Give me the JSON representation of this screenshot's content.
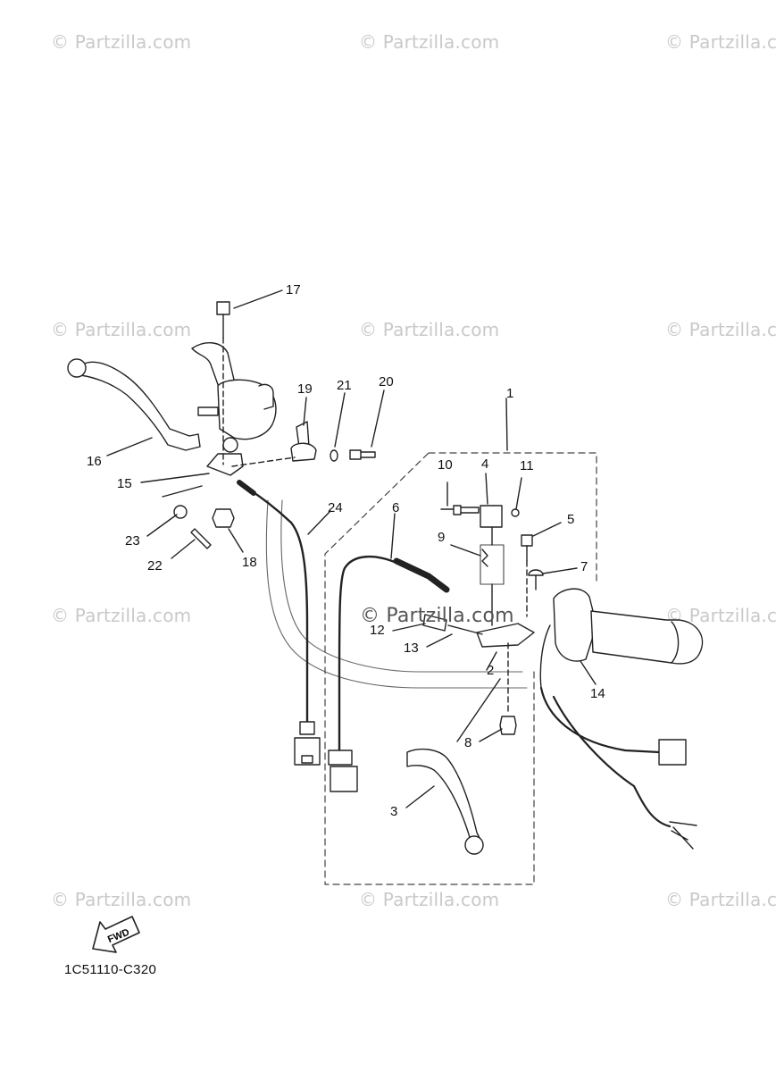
{
  "watermark": {
    "text": "© Partzilla.com",
    "center_text": "© Partzilla.com"
  },
  "diagram": {
    "code": "1C51110-C320",
    "fwd_label": "FWD",
    "callouts": [
      "1",
      "2",
      "3",
      "4",
      "5",
      "6",
      "7",
      "8",
      "9",
      "10",
      "11",
      "12",
      "13",
      "14",
      "15",
      "16",
      "17",
      "18",
      "19",
      "20",
      "21",
      "22",
      "23",
      "24"
    ]
  }
}
